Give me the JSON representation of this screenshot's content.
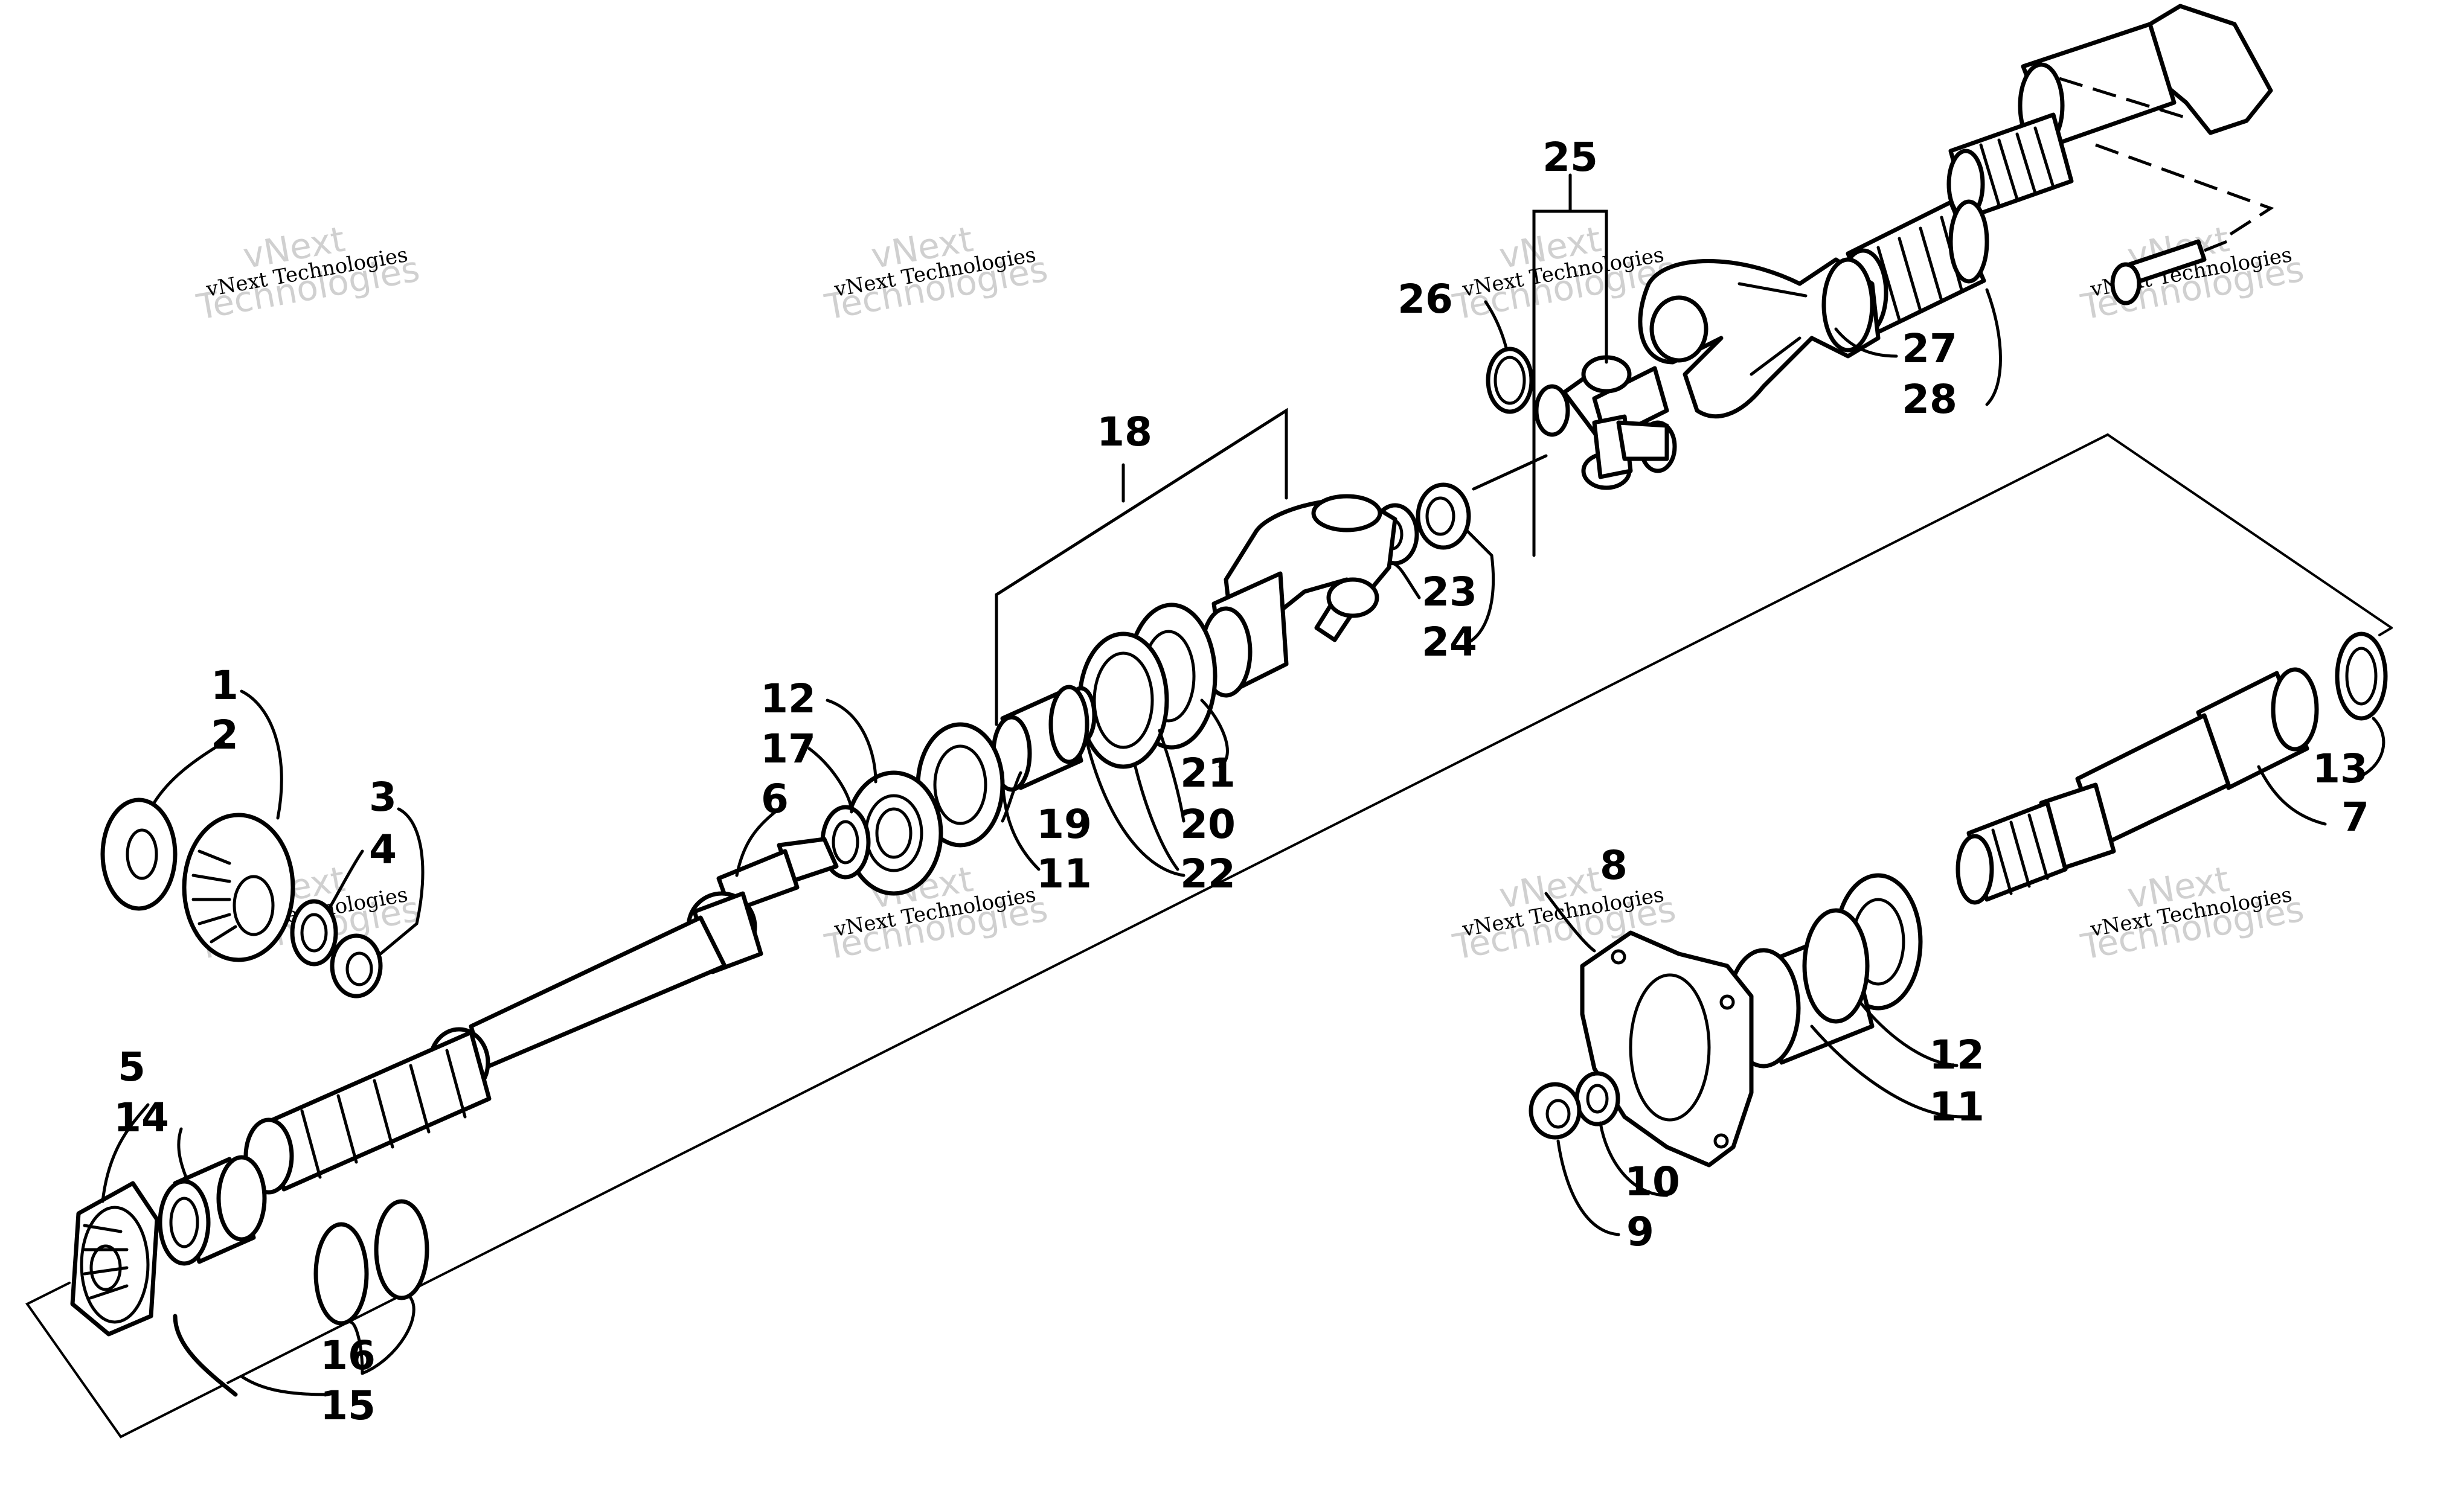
{
  "callouts": {
    "c1": "1",
    "c2": "2",
    "c3": "3",
    "c4": "4",
    "c5": "5",
    "c6": "6",
    "c7": "7",
    "c8": "8",
    "c9": "9",
    "c10": "10",
    "c11a": "11",
    "c11b": "11",
    "c12a": "12",
    "c12b": "12",
    "c13": "13",
    "c14": "14",
    "c15": "15",
    "c16": "16",
    "c17": "17",
    "c18": "18",
    "c19": "19",
    "c20": "20",
    "c21": "21",
    "c22": "22",
    "c23": "23",
    "c24": "24",
    "c25": "25",
    "c26": "26",
    "c27": "27",
    "c28": "28"
  },
  "watermark": {
    "small": "vNext Technologies",
    "big_line1": "vNext",
    "big_line2": "Technologies"
  }
}
